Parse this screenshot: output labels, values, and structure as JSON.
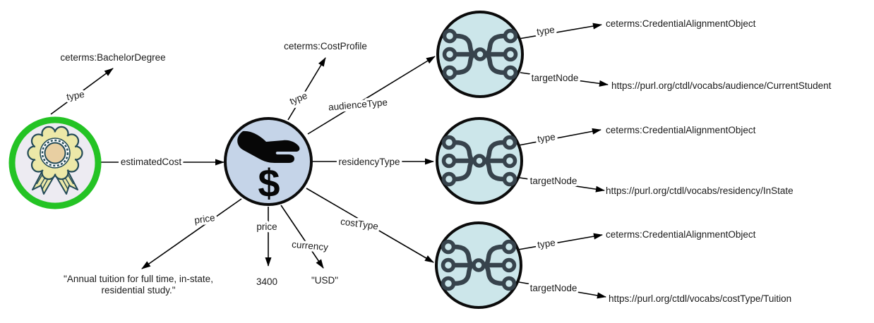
{
  "colors": {
    "credential_ring": "#24c324",
    "credential_fill": "#edebf2",
    "cost_node_fill": "#c5d4e8",
    "alignment_node_fill": "#cce6ea",
    "icon_slate": "#37434c",
    "node_border": "#0b0b0b",
    "edge_color": "#000000",
    "rosette_yellow": "#ece8a8",
    "rosette_teal": "#234a57",
    "rosette_center_tan": "#e8cfa2"
  },
  "nodes": {
    "credential": {
      "icon": "award-ribbon-icon",
      "edges": {
        "type_label": "type",
        "estimated_cost_label": "estimatedCost"
      },
      "type_value": "ceterms:BachelorDegree"
    },
    "cost_profile": {
      "icon": "hand-dollar-icon",
      "icon_glyph": "$",
      "edges": {
        "type_label": "type",
        "audience_type_label": "audienceType",
        "residency_type_label": "residencyType",
        "cost_type_label": "costType",
        "price_description_label": "price",
        "price_value_label": "price",
        "currency_label": "currency"
      },
      "type_value": "ceterms:CostProfile",
      "price_description_line1": "\"Annual tuition for full time, in-state,",
      "price_description_line2": "residential study.\"",
      "price_value": "3400",
      "currency_value": "\"USD\""
    },
    "audience_alignment": {
      "icon": "network-merge-icon",
      "edges": {
        "type_label": "type",
        "target_node_label": "targetNode"
      },
      "type_value": "ceterms:CredentialAlignmentObject",
      "target_node_value": "https://purl.org/ctdl/vocabs/audience/CurrentStudent"
    },
    "residency_alignment": {
      "icon": "network-merge-icon",
      "edges": {
        "type_label": "type",
        "target_node_label": "targetNode"
      },
      "type_value": "ceterms:CredentialAlignmentObject",
      "target_node_value": "https://purl.org/ctdl/vocabs/residency/InState"
    },
    "cost_type_alignment": {
      "icon": "network-merge-icon",
      "edges": {
        "type_label": "type",
        "target_node_label": "targetNode"
      },
      "type_value": "ceterms:CredentialAlignmentObject",
      "target_node_value": "https://purl.org/ctdl/vocabs/costType/Tuition"
    }
  }
}
